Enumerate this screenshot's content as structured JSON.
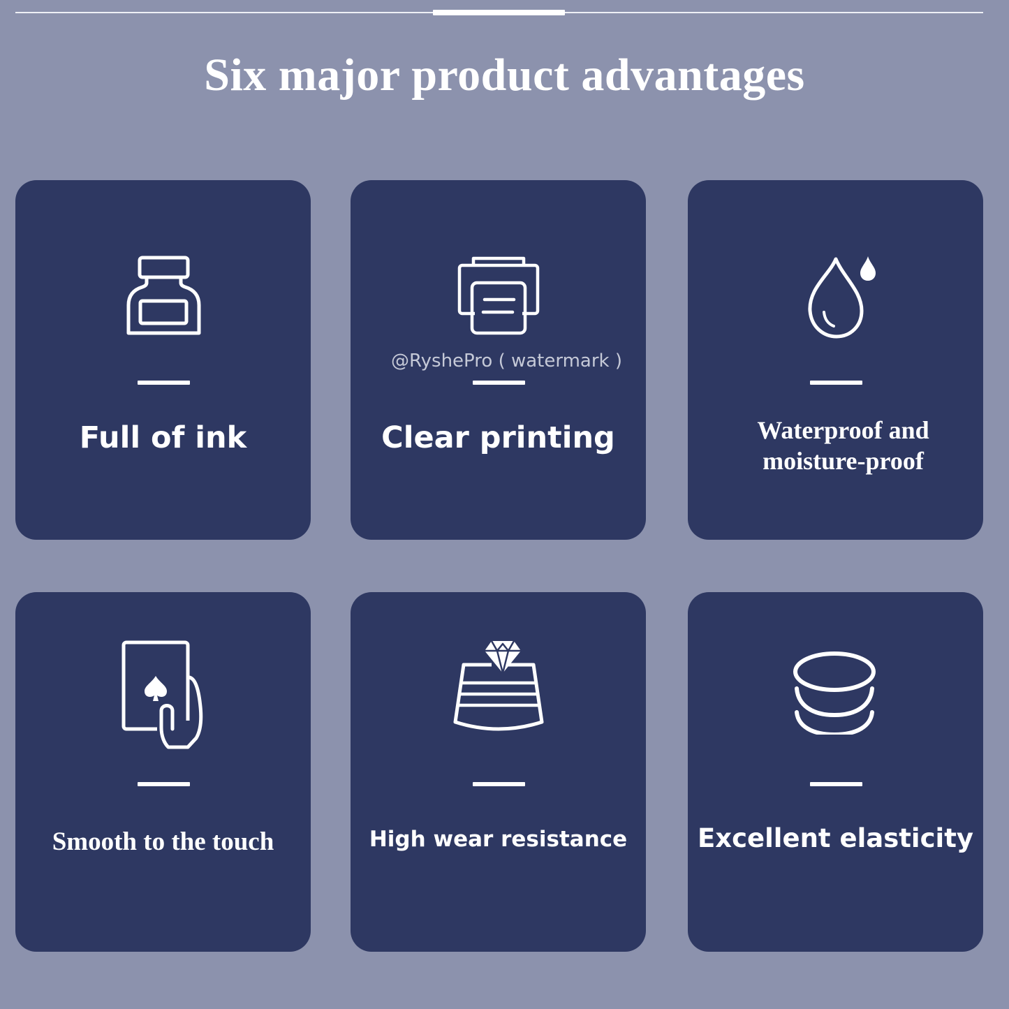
{
  "header": {
    "title": "Six major product advantages"
  },
  "watermark": "@RyshePro ( watermark )",
  "colors": {
    "background": "#8c92ad",
    "card": "#2e3862",
    "foreground": "#ffffff"
  },
  "cards": [
    {
      "icon": "ink-bottle-icon",
      "label": "Full of ink"
    },
    {
      "icon": "printer-icon",
      "label": "Clear printing"
    },
    {
      "icon": "water-drop-icon",
      "label_line1": "Waterproof and",
      "label_line2": "moisture-proof"
    },
    {
      "icon": "playing-card-hand-icon",
      "label": "Smooth to the touch"
    },
    {
      "icon": "diamond-wear-layers-icon",
      "label": "High wear resistance"
    },
    {
      "icon": "stacked-discs-icon",
      "label": "Excellent elasticity"
    }
  ]
}
